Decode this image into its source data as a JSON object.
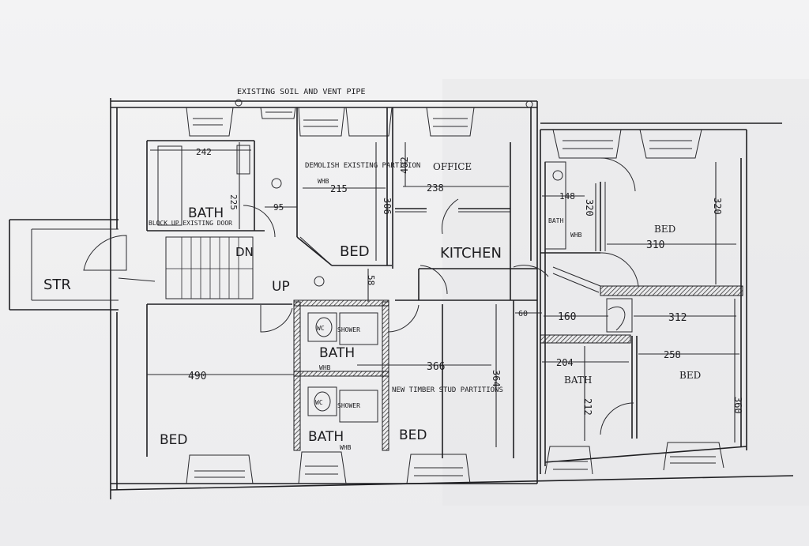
{
  "notes": {
    "soil_pipe": "EXISTING SOIL AND VENT PIPE",
    "demolish": "DEMOLISH EXISTING PARTITION",
    "block_up": "BLOCK UP EXISTING DOOR",
    "new_partitions": "NEW TIMBER STUD PARTITIONS"
  },
  "rooms": {
    "bath_nw": "BATH",
    "dn": "DN",
    "up": "UP",
    "str": "STR",
    "bed_center": "BED",
    "office": "OFFICE",
    "kitchen": "KITCHEN",
    "bath_small": "BATH",
    "bed_ne": "BED",
    "bath_center": "BATH",
    "bath_lower": "BATH",
    "bed_sw": "BED",
    "bed_s": "BED",
    "bath_se": "BATH",
    "bed_se": "BED",
    "shower1": "SHOWER",
    "shower2": "SHOWER",
    "wc1": "WC",
    "wc2": "WC",
    "whb1": "WHB",
    "whb2": "WHB",
    "whb3": "WHB",
    "whb4": "WHB"
  },
  "dims": {
    "d242": "242",
    "d225": "225",
    "d95": "95",
    "d215": "215",
    "d306": "306",
    "d402": "402",
    "d238": "238",
    "d58": "58",
    "d148": "148",
    "d320a": "320",
    "d320b": "320",
    "d310": "310",
    "d60": "60",
    "d160": "160",
    "d312": "312",
    "d490": "490",
    "d366": "366",
    "d364": "364",
    "d204": "204",
    "d258": "258",
    "d212": "212",
    "d360": "360"
  }
}
